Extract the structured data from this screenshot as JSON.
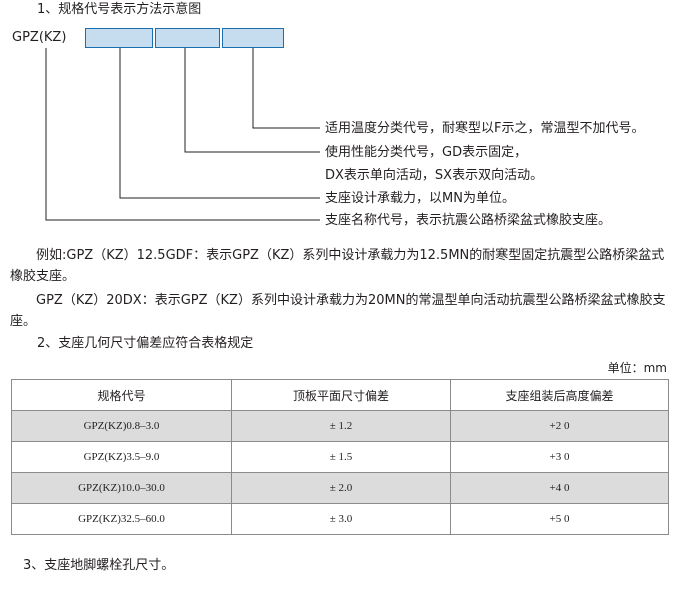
{
  "section1": {
    "heading": "1、规格代号表示方法示意图"
  },
  "diagram": {
    "code_prefix": "GPZ(KZ)",
    "labels": [
      "适用温度分类代号，耐寒型以F示之，常温型不加代号。",
      "使用性能分类代号，GD表示固定，",
      "DX表示单向活动，SX表示双向活动。",
      "支座设计承载力，以MN为单位。",
      "支座名称代号，表示抗震公路桥梁盆式橡胶支座。"
    ],
    "box_color": "#c6dcef",
    "box_border_color": "#1a6fb0"
  },
  "examples": {
    "p1": "例如:GPZ（KZ）12.5GDF：表示GPZ（KZ）系列中设计承载力为12.5MN的耐寒型固定抗震型公路桥梁盆式橡胶支座。",
    "p2": "GPZ（KZ）20DX：表示GPZ（KZ）系列中设计承载力为20MN的常温型单向活动抗震型公路桥梁盆式橡胶支座。"
  },
  "section2": {
    "heading": "2、支座几何尺寸偏差应符合表格规定",
    "unit": "单位：mm"
  },
  "table": {
    "headers": [
      "规格代号",
      "顶板平面尺寸偏差",
      "支座组装后高度偏差"
    ],
    "rows": [
      [
        "GPZ(KZ)0.8–3.0",
        "± 1.2",
        "+2  0"
      ],
      [
        "GPZ(KZ)3.5–9.0",
        "± 1.5",
        "+3  0"
      ],
      [
        "GPZ(KZ)10.0–30.0",
        "± 2.0",
        "+4  0"
      ],
      [
        "GPZ(KZ)32.5–60.0",
        "± 3.0",
        "+5  0"
      ]
    ],
    "row_shading": "#dcdcdc"
  },
  "section3": {
    "heading": "3、支座地脚螺栓孔尺寸。"
  }
}
